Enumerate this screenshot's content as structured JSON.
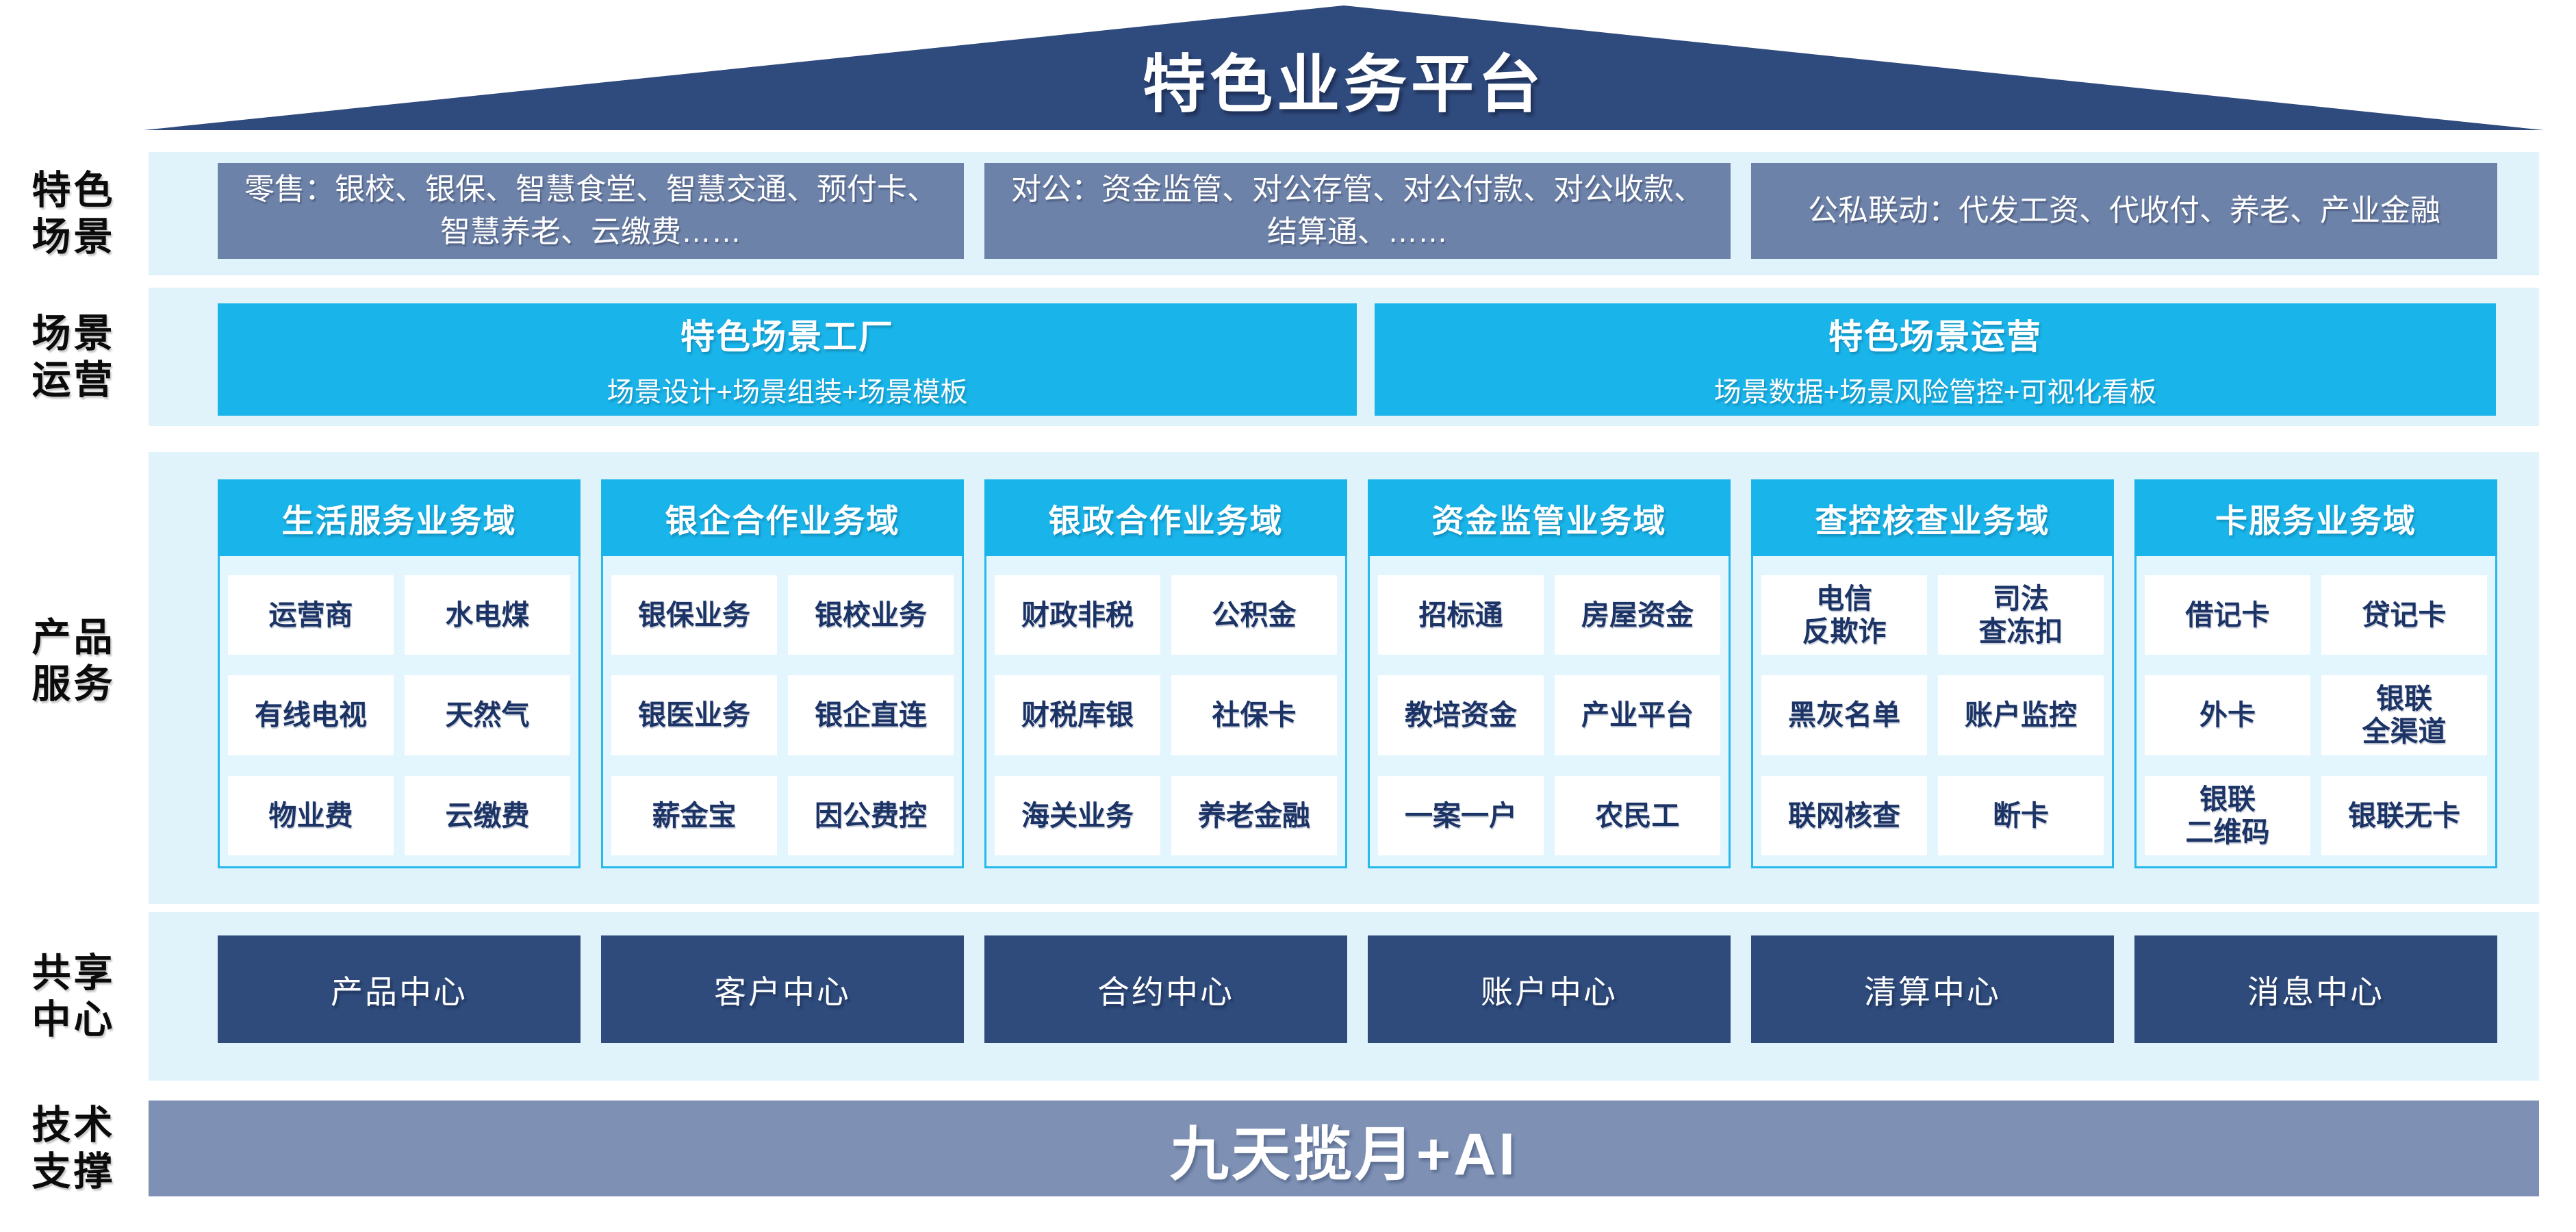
{
  "colors": {
    "roof_navy": "#2f4a7d",
    "slate_box": "#6d82a9",
    "light_band": "#e0f3fb",
    "cyan": "#19b4e9",
    "domain_body_bg": "#e3f5fd",
    "cell_text_navy": "#1c3365",
    "center_navy": "#2e4b7c",
    "tech_bar_slate": "#7e90b4"
  },
  "roof": {
    "title": "特色业务平台"
  },
  "side_labels": {
    "scenes": "特色\n场景",
    "operation": "场景\n运营",
    "products": "产品\n服务",
    "shared": "共享\n中心",
    "tech": "技术\n支撑"
  },
  "scene_row": {
    "retail": "零售：银校、银保、智慧食堂、智慧交通、预付卡、智慧养老、云缴费……",
    "corporate": "对公：资金监管、对公存管、对公付款、对公收款、结算通、……",
    "public_private": "公私联动：代发工资、代收付、养老、产业金融"
  },
  "operation_row": {
    "factory": {
      "title": "特色场景工厂",
      "subtitle": "场景设计+场景组装+场景模板"
    },
    "ops": {
      "title": "特色场景运营",
      "subtitle": "场景数据+场景风险管控+可视化看板"
    }
  },
  "domains": [
    {
      "header": "生活服务业务域",
      "cells": [
        "运营商",
        "水电煤",
        "有线电视",
        "天然气",
        "物业费",
        "云缴费"
      ]
    },
    {
      "header": "银企合作业务域",
      "cells": [
        "银保业务",
        "银校业务",
        "银医业务",
        "银企直连",
        "薪金宝",
        "因公费控"
      ]
    },
    {
      "header": "银政合作业务域",
      "cells": [
        "财政非税",
        "公积金",
        "财税库银",
        "社保卡",
        "海关业务",
        "养老金融"
      ]
    },
    {
      "header": "资金监管业务域",
      "cells": [
        "招标通",
        "房屋资金",
        "教培资金",
        "产业平台",
        "一案一户",
        "农民工"
      ]
    },
    {
      "header": "查控核查业务域",
      "cells": [
        "电信\n反欺诈",
        "司法\n查冻扣",
        "黑灰名单",
        "账户监控",
        "联网核查",
        "断卡"
      ]
    },
    {
      "header": "卡服务业务域",
      "cells": [
        "借记卡",
        "贷记卡",
        "外卡",
        "银联\n全渠道",
        "银联\n二维码",
        "银联无卡"
      ]
    }
  ],
  "centers": [
    "产品中心",
    "客户中心",
    "合约中心",
    "账户中心",
    "清算中心",
    "消息中心"
  ],
  "tech_bar": "九天揽月+AI"
}
